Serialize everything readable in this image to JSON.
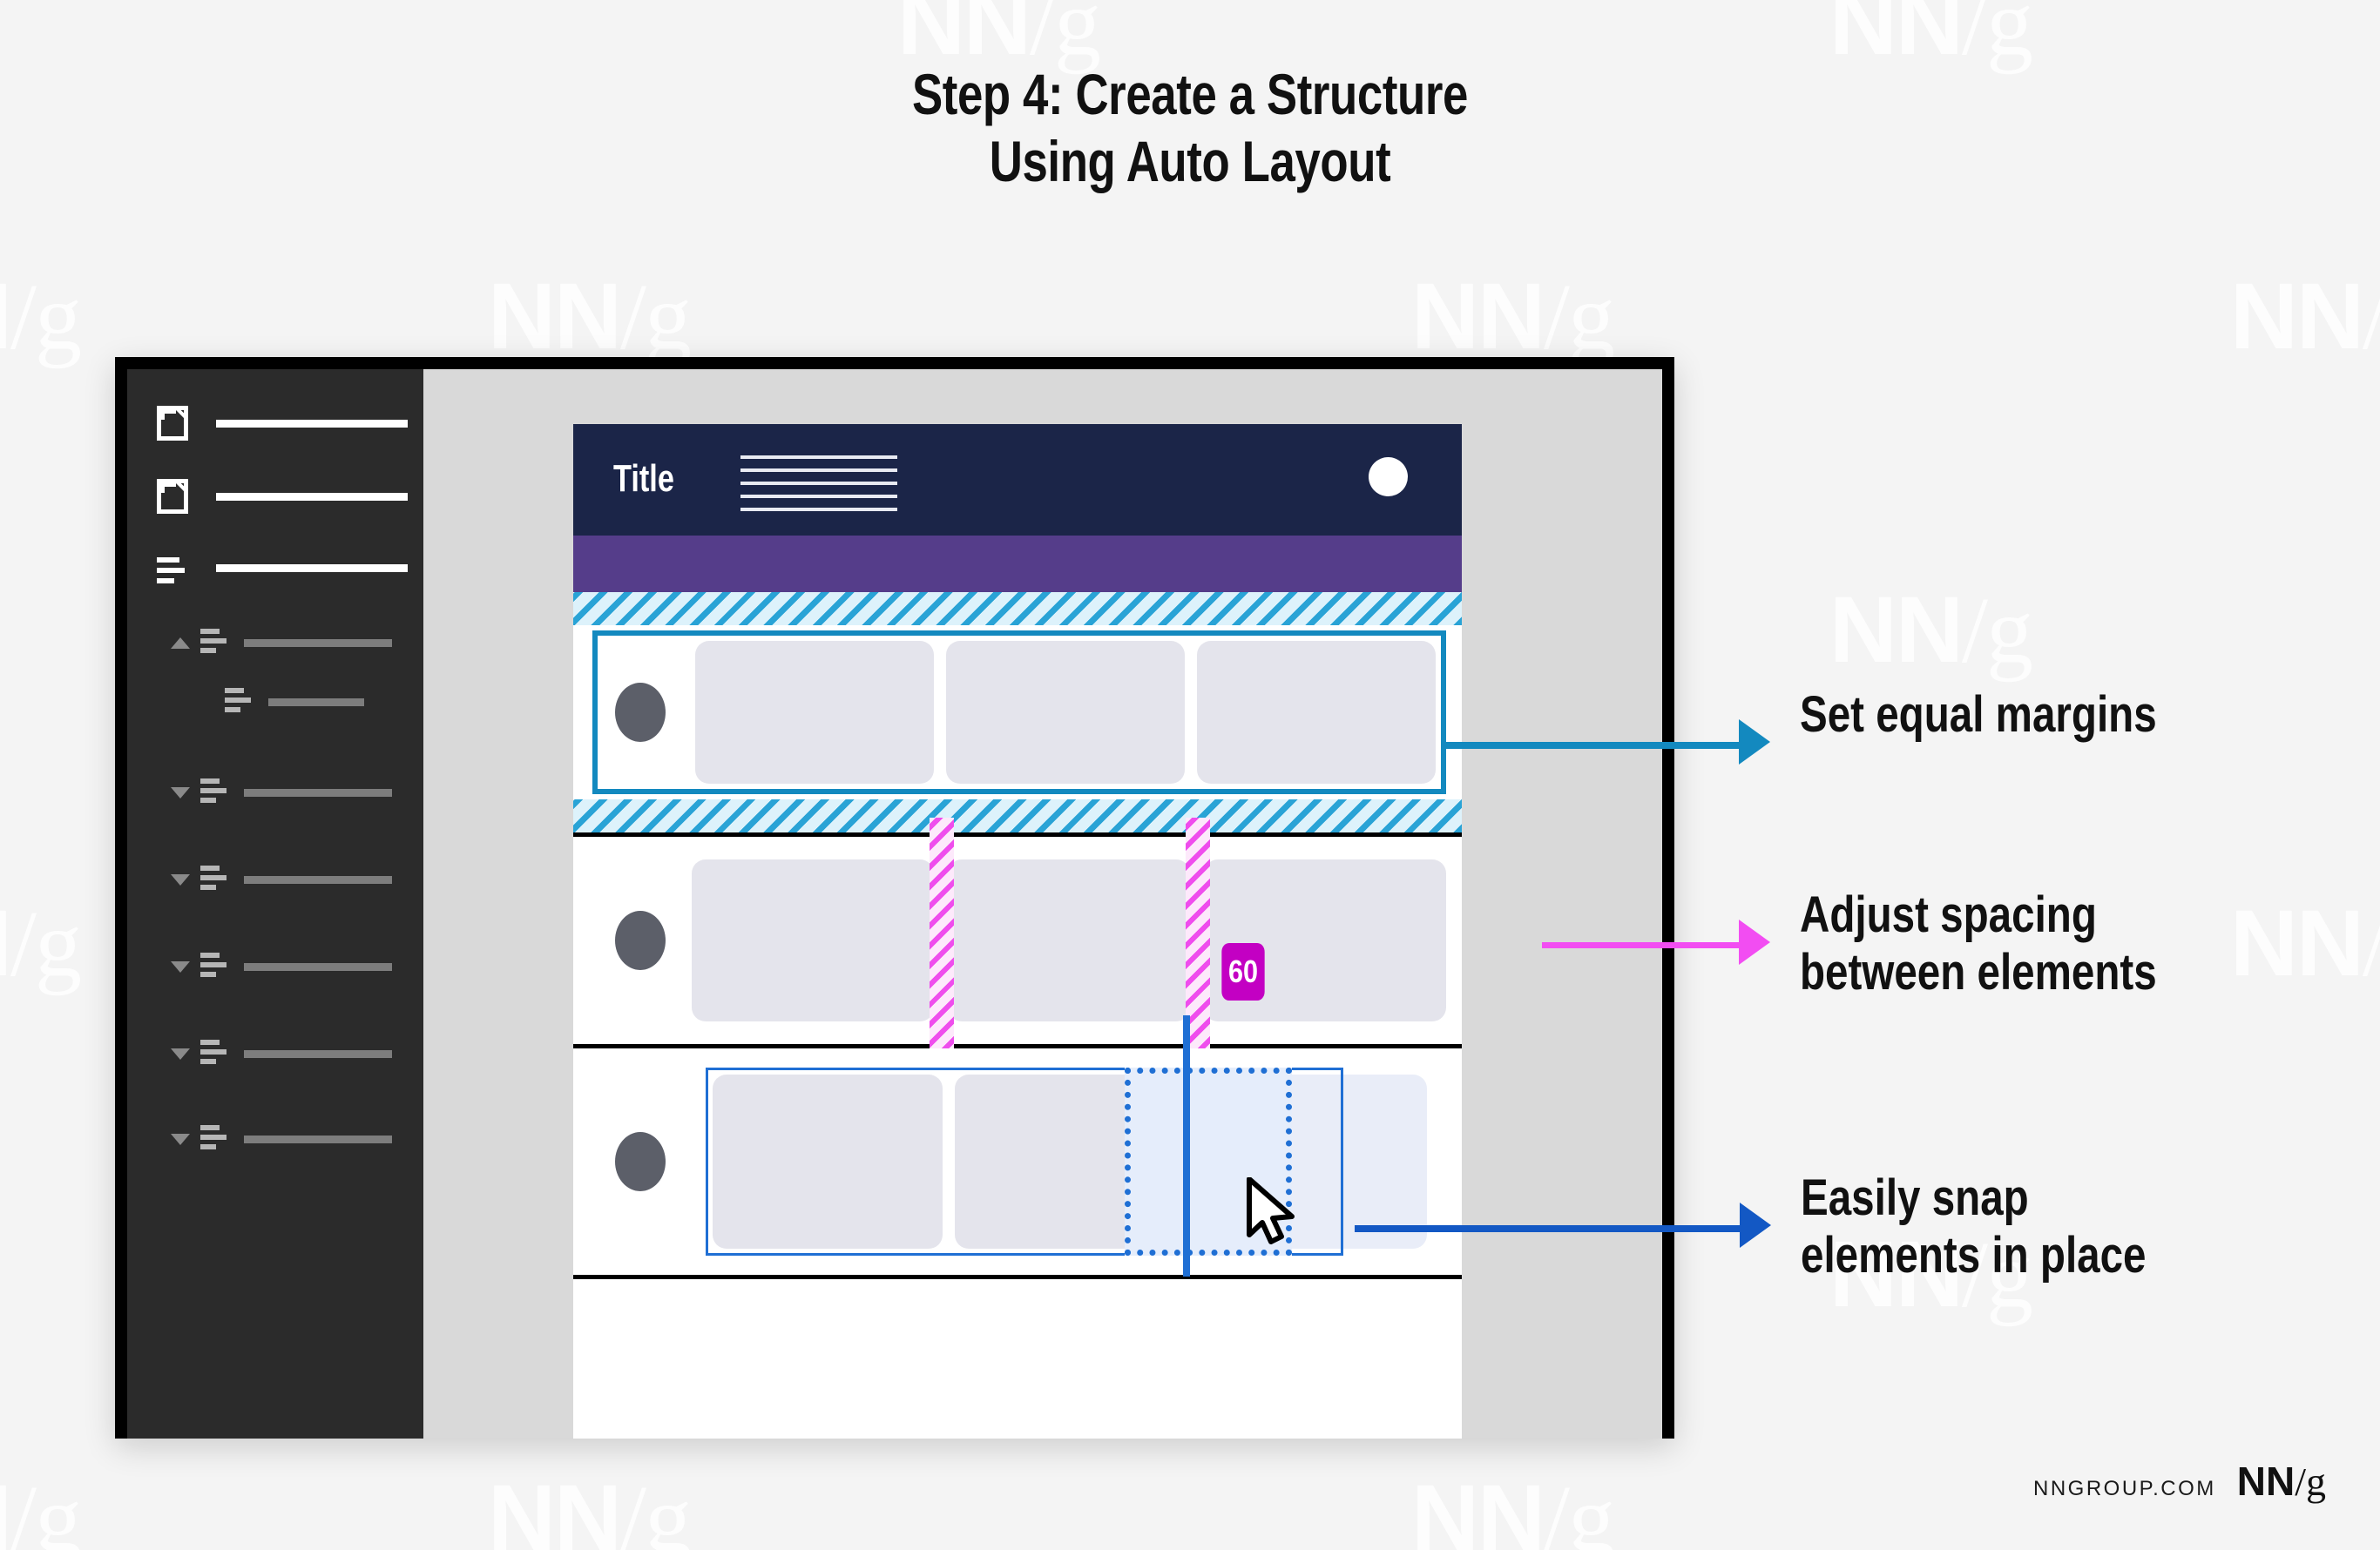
{
  "page": {
    "title_line1": "Step 4: Create a Structure",
    "title_line2": "Using Auto Layout",
    "watermark_text": "NN/g",
    "bg_color": "#f4f4f4"
  },
  "mockup": {
    "frame_border_color": "#000000",
    "canvas_color": "#d9d9d9",
    "sidebar": {
      "bg_color": "#2b2b2b",
      "top_items": [
        {
          "icon": "document-page-icon",
          "label_bar": "white"
        },
        {
          "icon": "document-page-icon",
          "label_bar": "white"
        },
        {
          "icon": "list-lines-icon",
          "label_bar": "white"
        }
      ],
      "tree_items": [
        {
          "toggle": "triangle-up",
          "indent": 0,
          "bar": "gray"
        },
        {
          "toggle": "none",
          "indent": 1,
          "bar": "gray"
        },
        {
          "toggle": "triangle-down",
          "indent": 0,
          "bar": "gray"
        },
        {
          "toggle": "triangle-down",
          "indent": 0,
          "bar": "gray"
        },
        {
          "toggle": "triangle-down",
          "indent": 0,
          "bar": "gray"
        },
        {
          "toggle": "triangle-down",
          "indent": 0,
          "bar": "gray"
        },
        {
          "toggle": "triangle-down",
          "indent": 0,
          "bar": "gray"
        }
      ]
    },
    "artboard": {
      "header": {
        "title": "Title",
        "bg_color": "#1b2548",
        "text_line_count": 5,
        "avatar": "circle-avatar"
      },
      "purple_band_color": "#553d8a",
      "rows": [
        {
          "name": "row-equal-margins",
          "selection_color": "#1389bf",
          "margin_stripe_color": "#29a3d6",
          "card_count": 3,
          "has_avatar": true
        },
        {
          "name": "row-adjust-spacing",
          "gap_stripe_color": "#ef4ded",
          "badge_value": "60",
          "badge_color": "#c300c3",
          "card_count": 3,
          "has_avatar": true
        },
        {
          "name": "row-snap-elements",
          "group_outline_color": "#1f6fd4",
          "drag_outline_color": "#1f6fd4",
          "snap_guide_color": "#1f6fd4",
          "card_count": 3,
          "has_avatar": true,
          "cursor": "arrow-pointer-cursor"
        }
      ]
    }
  },
  "annotations": [
    {
      "text": "Set equal margins",
      "color": "#1389bf"
    },
    {
      "text": "Adjust spacing\nbetween elements",
      "color": "#f24df2"
    },
    {
      "text": "Easily snap\nelements in place",
      "color": "#1358c4"
    }
  ],
  "footer": {
    "site": "NNGROUP.COM",
    "logo_left": "NN",
    "logo_slash": "/",
    "logo_right": "g"
  }
}
